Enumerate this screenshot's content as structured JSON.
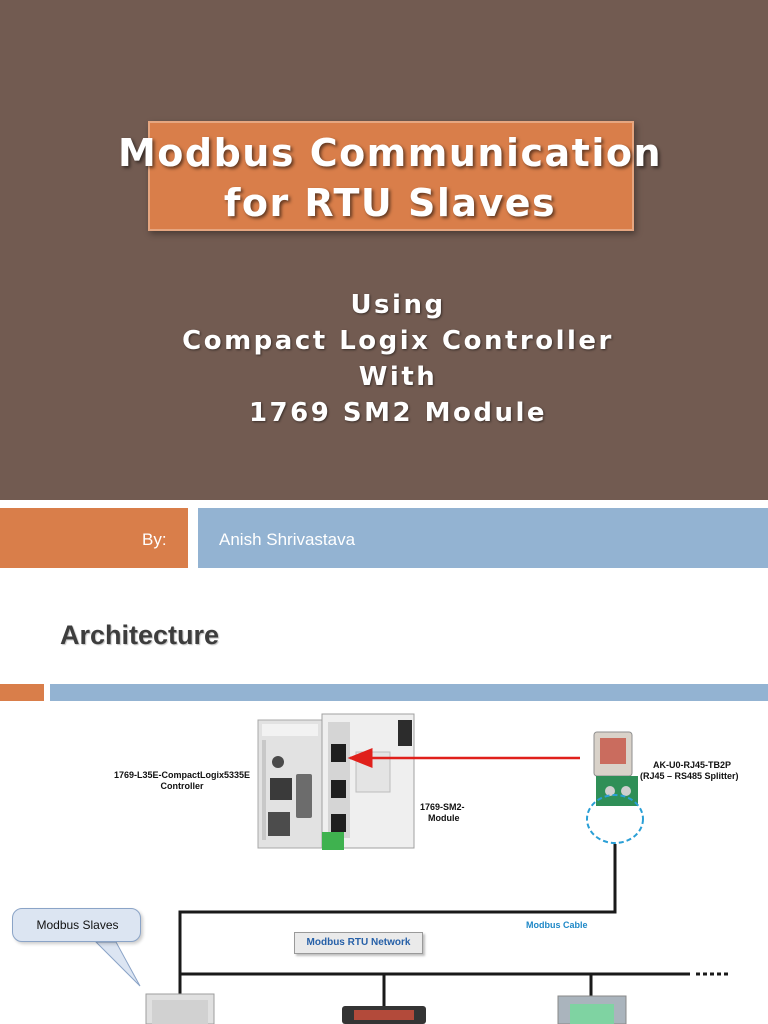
{
  "slide1": {
    "title_lines": [
      "Modbus Communication",
      "for RTU Slaves"
    ],
    "subtitle_lines": [
      "Using",
      "Compact Logix Controller",
      "With",
      "1769 SM2 Module"
    ],
    "by_label": "By:",
    "author": "Anish Shrivastava",
    "colors": {
      "background": "#725b51",
      "accent_orange": "#d97e4a",
      "accent_blue": "#93b3d2"
    }
  },
  "slide2": {
    "title": "Architecture",
    "controller_label": [
      "1769-L35E-CompactLogix5335E",
      "Controller"
    ],
    "module_label": [
      "1769-SM2-",
      "Module"
    ],
    "splitter_label": [
      "AK-U0-RJ45-TB2P",
      "(RJ45 – RS485 Splitter)"
    ],
    "cable_label": "Modbus Cable",
    "network_label": "Modbus RTU Network",
    "slaves_callout": "Modbus Slaves",
    "colors": {
      "arrow": "#e0201b",
      "cable_label": "#1e88c7",
      "network_label": "#2660a8"
    }
  }
}
